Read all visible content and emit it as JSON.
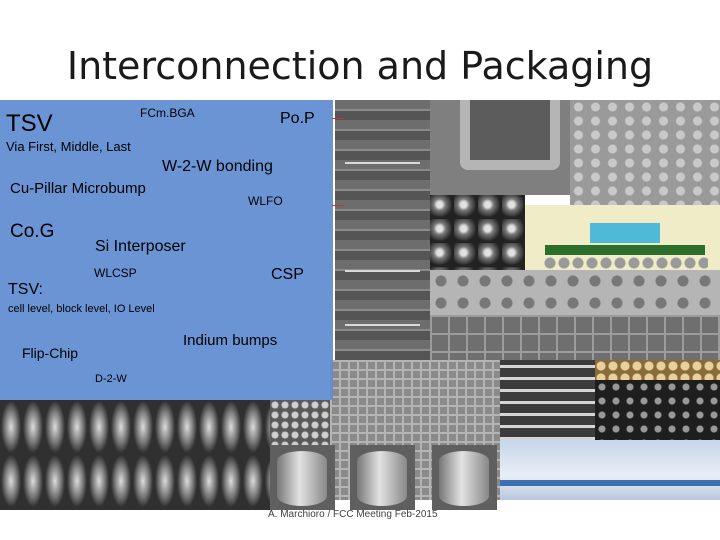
{
  "slide": {
    "title": "Interconnection and Packaging",
    "footer": "A. Marchioro / FCC Meeting Feb-2015"
  },
  "labels": {
    "tsv": "TSV",
    "fcmbga": "FCm.BGA",
    "pop": "Po.P",
    "via_first": "Via First, Middle, Last",
    "w2w": "W-2-W bonding",
    "cu_pillar": "Cu-Pillar Microbump",
    "wlfo": "WLFO",
    "cog": "Co.G",
    "si_interposer": "Si Interposer",
    "wlcsp": "WLCSP",
    "csp": "CSP",
    "tsv_colon": "TSV:",
    "levels": "cell level, block level, IO Level",
    "indium": "Indium bumps",
    "flip_chip": "Flip-Chip",
    "d2w": "D-2-W"
  },
  "colors": {
    "panel": "#608cd2",
    "arrow": "#c0392b"
  }
}
